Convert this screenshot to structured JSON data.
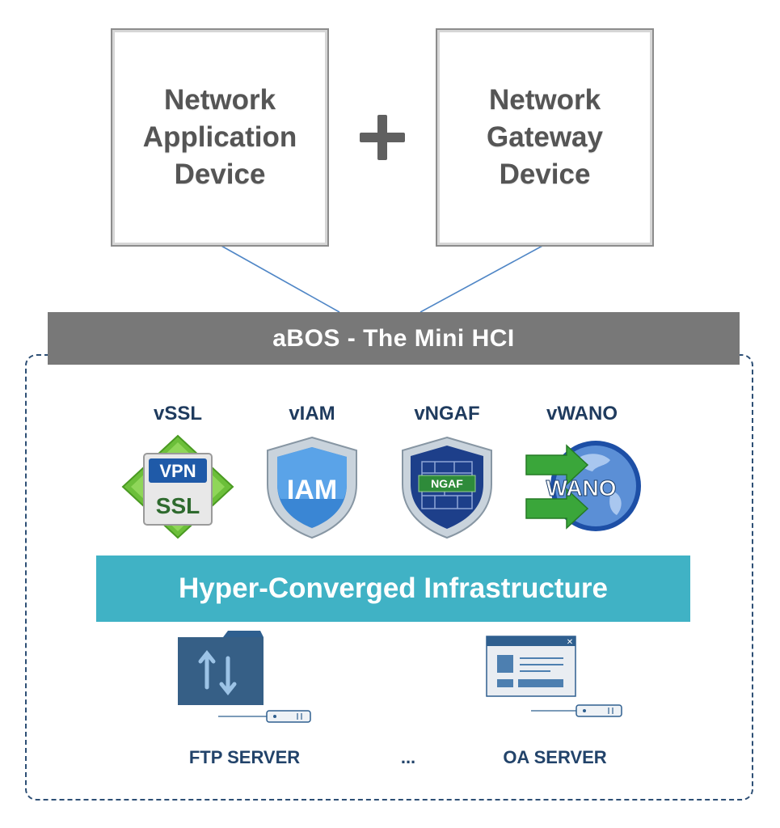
{
  "devices": {
    "application": {
      "line1": "Network",
      "line2": "Application",
      "line3": "Device"
    },
    "gateway": {
      "line1": "Network",
      "line2": "Gateway",
      "line3": "Device"
    }
  },
  "abos_bar": {
    "label": "aBOS  -  The Mini HCI"
  },
  "modules": [
    {
      "label": "vSSL",
      "icon_text_top": "VPN",
      "icon_text_bottom": "SSL"
    },
    {
      "label": "vIAM",
      "icon_text": "IAM"
    },
    {
      "label": "vNGAF",
      "icon_text": "NGAF"
    },
    {
      "label": "vWANO",
      "icon_text": "WANO"
    }
  ],
  "hci_bar": {
    "label": "Hyper-Converged Infrastructure"
  },
  "servers": [
    {
      "label": "FTP SERVER",
      "icon": "ftp-folder-icon"
    },
    {
      "label": "...",
      "icon": ""
    },
    {
      "label": "OA SERVER",
      "icon": "oa-window-icon"
    }
  ],
  "colors": {
    "dark_gray": "#787878",
    "teal": "#40b2c5",
    "navy": "#1f3b5e",
    "connector_blue": "#4f86c6"
  }
}
